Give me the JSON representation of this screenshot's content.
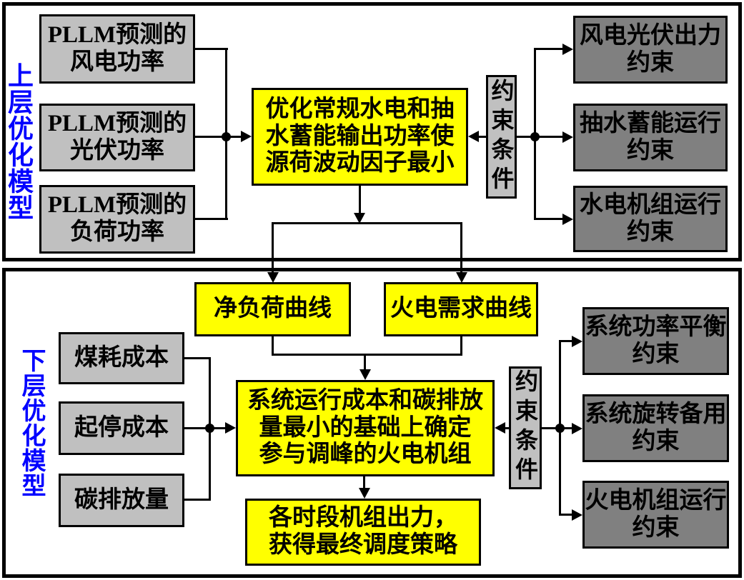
{
  "upper": {
    "side_label": "上层优化模型",
    "inputs": [
      {
        "label": "PLLM预测的\n风电功率"
      },
      {
        "label": "PLLM预测的\n光伏功率"
      },
      {
        "label": "PLLM预测的\n负荷功率"
      }
    ],
    "objective": "优化常规水电和抽\n水蓄能输出功率使\n源荷波动因子最小",
    "constraint_gate": "约束条件",
    "constraints": [
      {
        "label": "风电光伏出力\n约束"
      },
      {
        "label": "抽水蓄能运行\n约束"
      },
      {
        "label": "水电机组运行\n约束"
      }
    ]
  },
  "lower": {
    "side_label": "下层优化模型",
    "curves": [
      {
        "label": "净负荷曲线"
      },
      {
        "label": "火电需求曲线"
      }
    ],
    "costs": [
      {
        "label": "煤耗成本"
      },
      {
        "label": "起停成本"
      },
      {
        "label": "碳排放量"
      }
    ],
    "objective": "系统运行成本和碳排放\n量最小的基础上确定\n参与调峰的火电机组",
    "constraint_gate": "约束条件",
    "constraints": [
      {
        "label": "系统功率平衡\n约束"
      },
      {
        "label": "系统旋转备用\n约束"
      },
      {
        "label": "火电机组运行\n约束"
      }
    ],
    "result": "各时段机组出力，\n获得最终调度策略"
  },
  "colors": {
    "highlight_yellow": "#ffff00",
    "input_light_gray": "#c0c0c0",
    "constraint_dark_gray": "#808080",
    "side_label_blue": "#0000ff",
    "line_black": "#000000"
  }
}
